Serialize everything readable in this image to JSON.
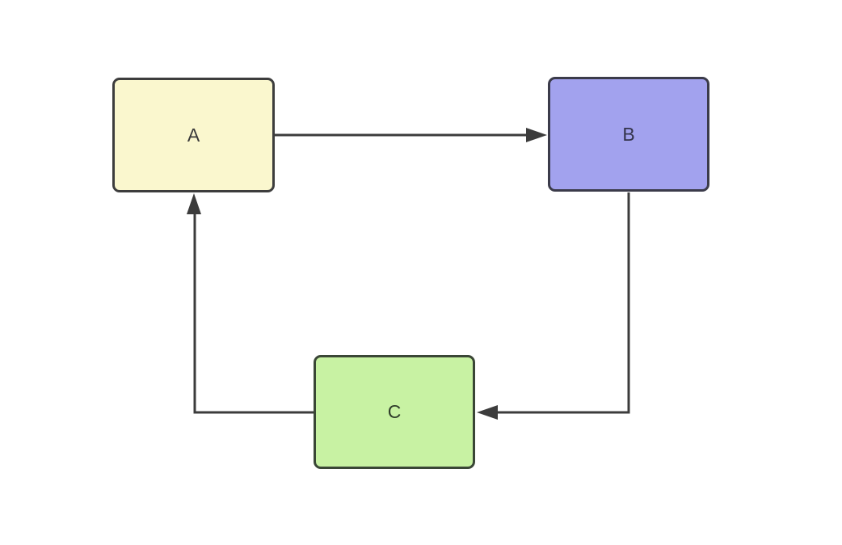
{
  "diagram": {
    "type": "flowchart-cycle",
    "background": "#FFFFFF",
    "connector_color": "#3C3C3C",
    "nodes": [
      {
        "id": "A",
        "label": "A",
        "shape": "rounded-rectangle",
        "fill": "#FAF7CE",
        "border": "#3D3D3D",
        "text_color": "#3A3A3A"
      },
      {
        "id": "B",
        "label": "B",
        "shape": "rounded-rectangle",
        "fill": "#A2A2EE",
        "border": "#3B3B4A",
        "text_color": "#33334A"
      },
      {
        "id": "C",
        "label": "C",
        "shape": "rounded-rectangle",
        "fill": "#C8F2A3",
        "border": "#3A4636",
        "text_color": "#2F3D2B"
      }
    ],
    "edges": [
      {
        "from": "A",
        "to": "B",
        "route": "right",
        "arrow": "filled-triangle"
      },
      {
        "from": "B",
        "to": "C",
        "route": "down-then-left",
        "arrow": "filled-triangle"
      },
      {
        "from": "C",
        "to": "A",
        "route": "left-then-up",
        "arrow": "filled-triangle"
      }
    ]
  }
}
